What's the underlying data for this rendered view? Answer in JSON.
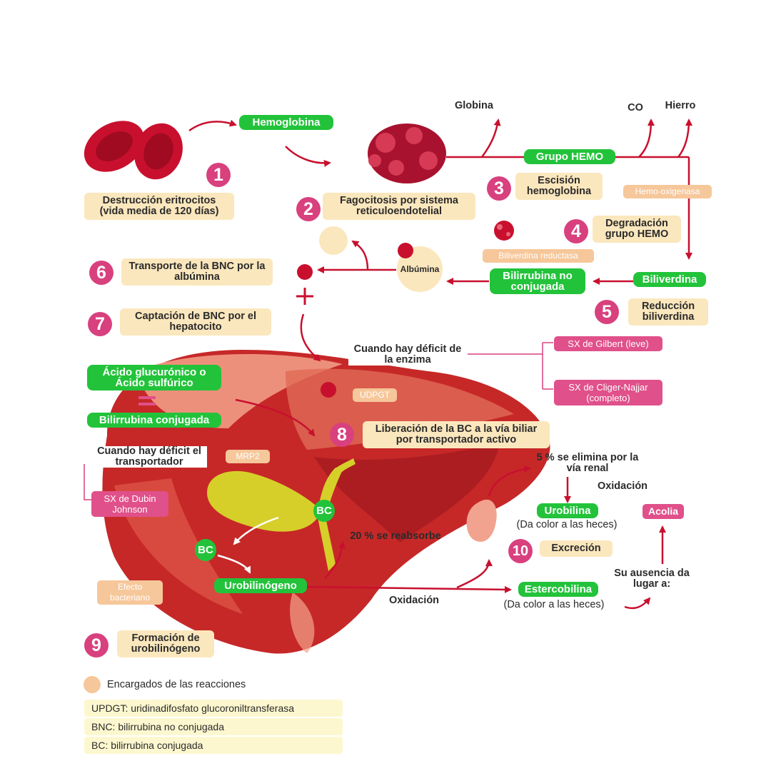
{
  "nodes": {
    "hemoglobina": "Hemoglobina",
    "globina": "Globina",
    "co": "CO",
    "hierro": "Hierro",
    "grupo_hemo": "Grupo HEMO",
    "hemo_oxigenasa": "Hemo-oxigenasa",
    "biliverdina_reductasa": "Biliverdina reductasa",
    "biliverdina": "Biliverdina",
    "bilirrubina_no_conjugada": "Bilirrubina no conjugada",
    "albumina": "Albúmina",
    "plus_sign": "+",
    "cuando_deficit_enzima": "Cuando hay déficit de la enzima",
    "sx_gilbert": "SX de Gilbert (leve)",
    "sx_cliger": "SX de Cliger-Najjar (completo)",
    "udpgt": "UDPGT",
    "acido_glucuronico": "Ácido glucurónico o Ácido sulfúrico",
    "bilirrubina_conjugada": "Bilirrubina conjugada",
    "cuando_deficit_transportador": "Cuando hay déficit el transportador",
    "mrp2": "MRP2",
    "sx_dubin": "SX de Dubin Johnson",
    "bc_top": "BC",
    "bc_bottom": "BC",
    "reabsorbe": "20 % se reabsorbe",
    "efecto_bacteriano": "Efecto bacteriano",
    "urobilinogeno": "Urobilinógeno",
    "oxidacion_bottom": "Oxidación",
    "renal": "5 % se elimina por la vía renal",
    "oxidacion_top": "Oxidación",
    "urobilina": "Urobilina",
    "urobilina_note": "(Da color a las heces)",
    "acolia": "Acolia",
    "estercobilina": "Estercobilina",
    "estercobilina_note": "(Da color a las heces)",
    "ausencia": "Su ausencia da lugar a:"
  },
  "steps": [
    {
      "number": "1",
      "label": "Destrucción eritrocitos (vida media de 120 días)"
    },
    {
      "number": "2",
      "label": "Fagocitosis por sistema reticuloendotelial"
    },
    {
      "number": "3",
      "label": "Escisión hemoglobina"
    },
    {
      "number": "4",
      "label": "Degradación grupo HEMO"
    },
    {
      "number": "5",
      "label": "Reducción biliverdina"
    },
    {
      "number": "6",
      "label": "Transporte de la BNC por la albúmina"
    },
    {
      "number": "7",
      "label": "Captación de BNC por el hepatocito"
    },
    {
      "number": "8",
      "label": "Liberación de la BC a la vía biliar por transportador activo"
    },
    {
      "number": "9",
      "label": "Formación de urobilinógeno"
    },
    {
      "number": "10",
      "label": "Excreción"
    }
  ],
  "legend": {
    "title": "Encargados de las reacciones",
    "entries": [
      "UPDGT: uridinadifosfato glucoroniltransferasa",
      "BNC: bilirrubina no conjugada",
      "BC: bilirrubina conjugada"
    ]
  },
  "colors": {
    "green": "#22c33a",
    "yellow": "#fbe7bd",
    "orange": "#f6c79a",
    "pink": "#e0508a",
    "arrow": "#c8102e"
  }
}
